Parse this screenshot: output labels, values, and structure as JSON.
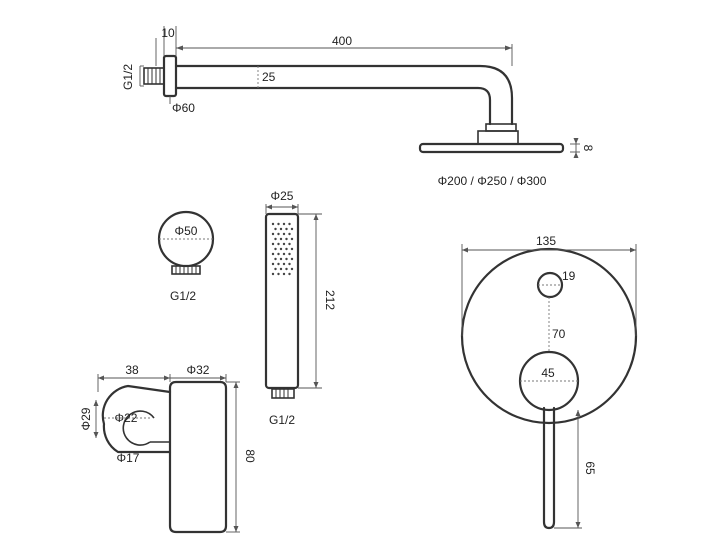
{
  "labels": {
    "arm_flange_thickness": "10",
    "arm_length": "400",
    "arm_thread": "G1/2",
    "arm_diameter": "25",
    "flange_diameter": "Φ60",
    "head_thickness": "8",
    "head_diameters": "Φ200 / Φ250 / Φ300",
    "outlet_diameter": "Φ50",
    "outlet_thread": "G1/2",
    "handset_diameter": "Φ25",
    "handset_length": "212",
    "handset_thread": "G1/2",
    "holder_depth": "38",
    "holder_width": "Φ32",
    "holder_outer": "Φ29",
    "holder_inner": "Φ22",
    "holder_slot": "Φ17",
    "holder_height": "80",
    "valve_diameter": "135",
    "diverter_diameter": "19",
    "knob_spacing": "70",
    "knob_diameter": "45",
    "lever_length": "65"
  }
}
